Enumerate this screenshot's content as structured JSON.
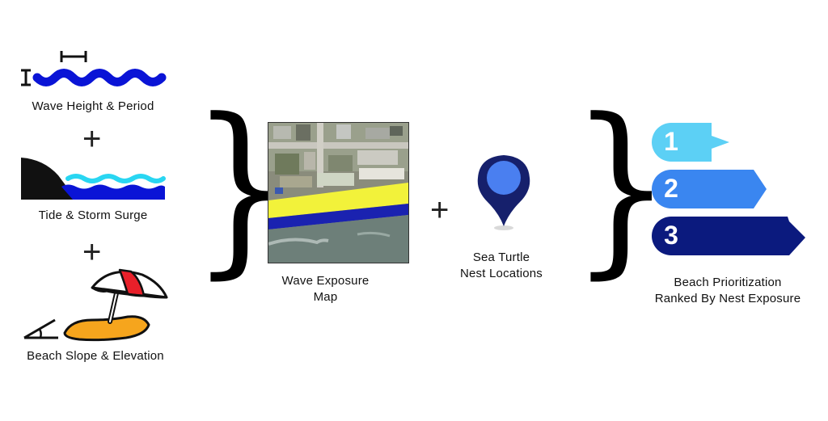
{
  "inputs": {
    "wave_label": "Wave Height & Period",
    "tide_label": "Tide & Storm Surge",
    "beach_label": "Beach Slope & Elevation"
  },
  "operators": {
    "plus": "+",
    "open_brace": "}",
    "close_brace": "}"
  },
  "map": {
    "label_line1": "Wave Exposure",
    "label_line2": "Map"
  },
  "nests": {
    "label_line1": "Sea Turtle",
    "label_line2": "Nest Locations"
  },
  "output": {
    "label_line1": "Beach Prioritization",
    "label_line2": "Ranked By Nest Exposure",
    "ranks": [
      "1",
      "2",
      "3"
    ],
    "colors": [
      "#5cd0f5",
      "#3a86f0",
      "#0b1a7e"
    ]
  },
  "colors": {
    "wave_blue": "#0a14d6",
    "surge_cyan": "#29d6f2",
    "sand": "#f6a51d",
    "umbrella_red": "#e8202a",
    "pin_dark": "#16206c",
    "pin_light": "#4a7ff0",
    "map_yellow": "#f2f23a",
    "map_blue": "#1a22b0"
  }
}
